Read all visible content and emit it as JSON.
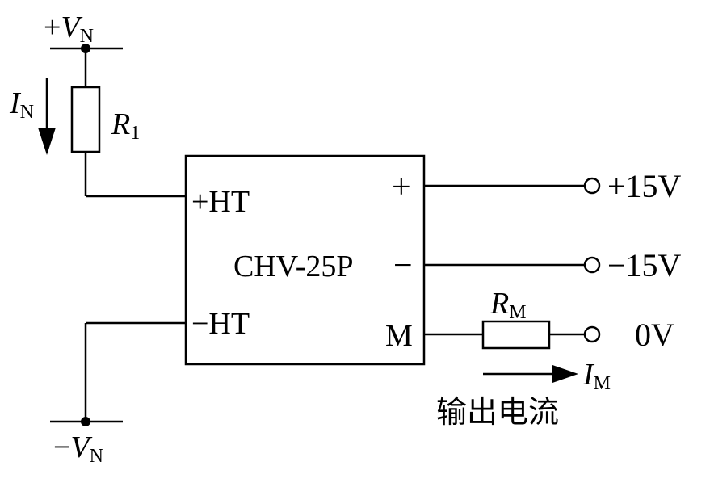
{
  "supply": {
    "positive": {
      "sign": "+",
      "symbol": "V",
      "subscript": "N"
    },
    "negative": {
      "sign": "−",
      "symbol": "V",
      "subscript": "N"
    }
  },
  "input_current": {
    "symbol": "I",
    "subscript": "N"
  },
  "resistor_r1": {
    "symbol": "R",
    "subscript": "1"
  },
  "sensor": {
    "model": "CHV-25P",
    "pin_plus_ht": "+HT",
    "pin_minus_ht": "−HT",
    "pin_plus": "+",
    "pin_minus": "−",
    "pin_m": "M"
  },
  "outputs": {
    "plus15": "+15V",
    "minus15": "−15V",
    "zero": "0V"
  },
  "resistor_rm": {
    "symbol": "R",
    "subscript": "M"
  },
  "output_current": {
    "symbol": "I",
    "subscript": "M"
  },
  "output_caption": "输出电流",
  "colors": {
    "line": "#000000",
    "background": "#ffffff"
  }
}
